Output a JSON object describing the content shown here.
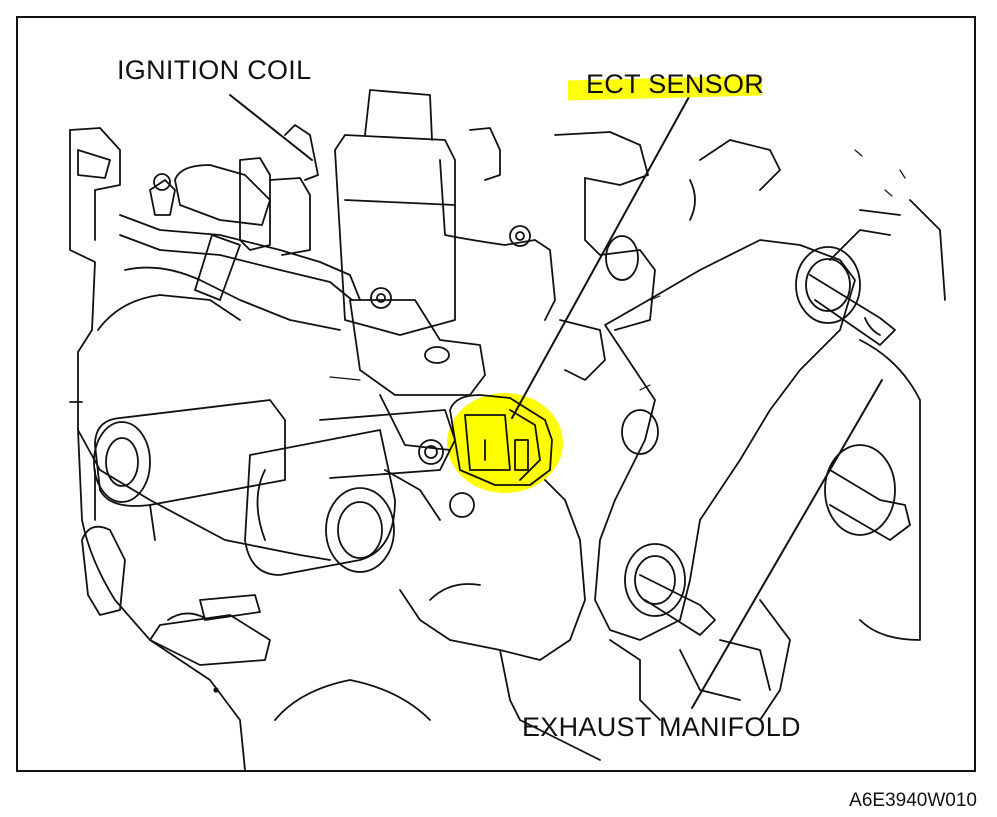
{
  "diagram": {
    "labels": {
      "ignition_coil": "IGNITION COIL",
      "ect_sensor": "ECT SENSOR",
      "exhaust_manifold": "EXHAUST MANIFOLD"
    },
    "figure_code": "A6E3940W010",
    "highlight_color": "#ffff00",
    "line_color": "#111111"
  }
}
